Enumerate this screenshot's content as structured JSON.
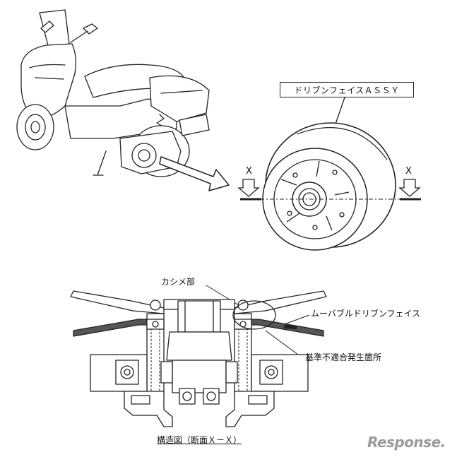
{
  "labels": {
    "assy": "ドリブンフェイスＡＳＳＹ",
    "x_left": "X",
    "x_right": "X",
    "kashime": "カシメ部",
    "movable_face": "ムーバブルドリブンフェイス",
    "defect_location": "基準不適合発生箇所",
    "caption": "構造図（断面Ｘ－Ｘ）"
  },
  "watermark": "Response."
}
